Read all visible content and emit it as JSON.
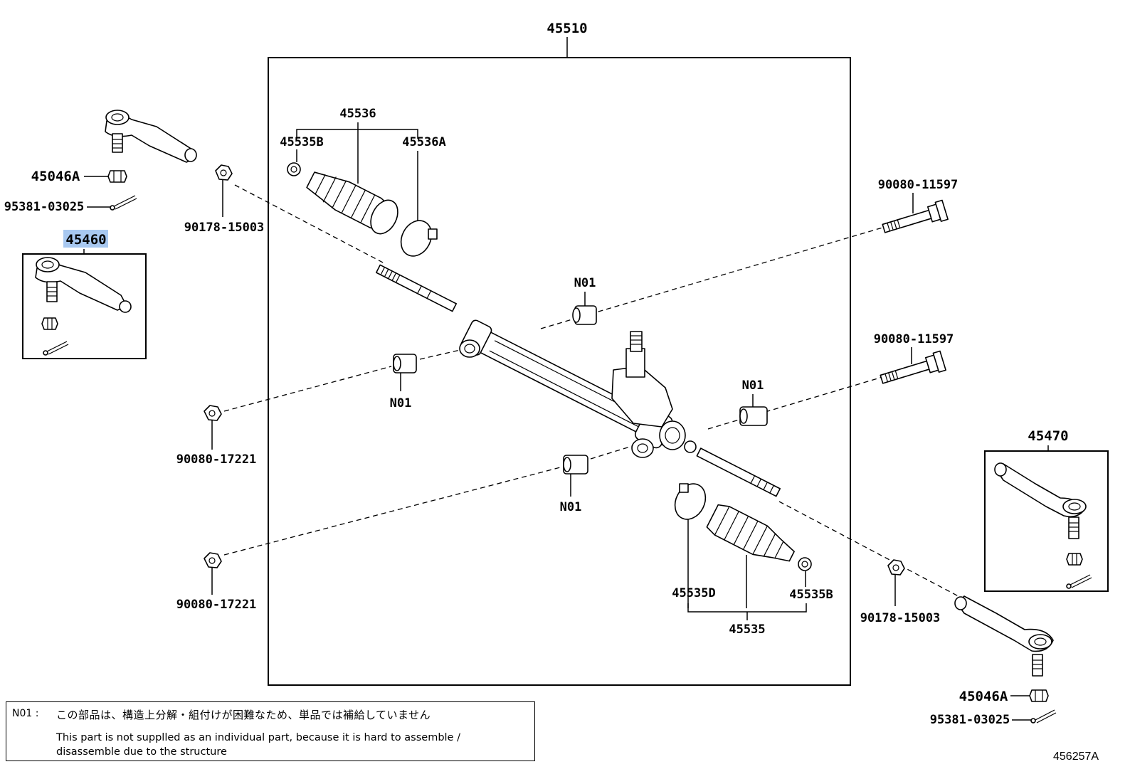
{
  "labels": {
    "assembly": "45510",
    "boot_set_top": "45536",
    "clamp_top_left": "45535B",
    "clamp_top_right": "45536A",
    "tie_rod_end_left": "45460",
    "nut_left": "45046A",
    "pin_left": "95381-03025",
    "grease_left": "90178-15003",
    "bolt_top": "90080-11597",
    "bolt_mid": "90080-11597",
    "bushing_top": "N01",
    "bushing_left": "N01",
    "bushing_right": "N01",
    "bushing_bottom": "N01",
    "nut_mid_left": "90080-17221",
    "nut_low_left": "90080-17221",
    "tie_rod_end_right": "45470",
    "clamp_bottom_left": "45535D",
    "clamp_bottom_right": "45535B",
    "boot_set_bottom": "45535",
    "grease_right": "90178-15003",
    "nut_right": "45046A",
    "pin_right": "95381-03025"
  },
  "note": {
    "code": "N01 :",
    "japanese": "この部品は、構造上分解・組付けが困難なため、単品では補給していません",
    "english_line1": "This part is not supplled as an individual part, because it is hard to assemble /",
    "english_line2": "disassemble  due to the structure"
  },
  "figure_id": "456257A",
  "highlight_color": "#a8c8f0"
}
